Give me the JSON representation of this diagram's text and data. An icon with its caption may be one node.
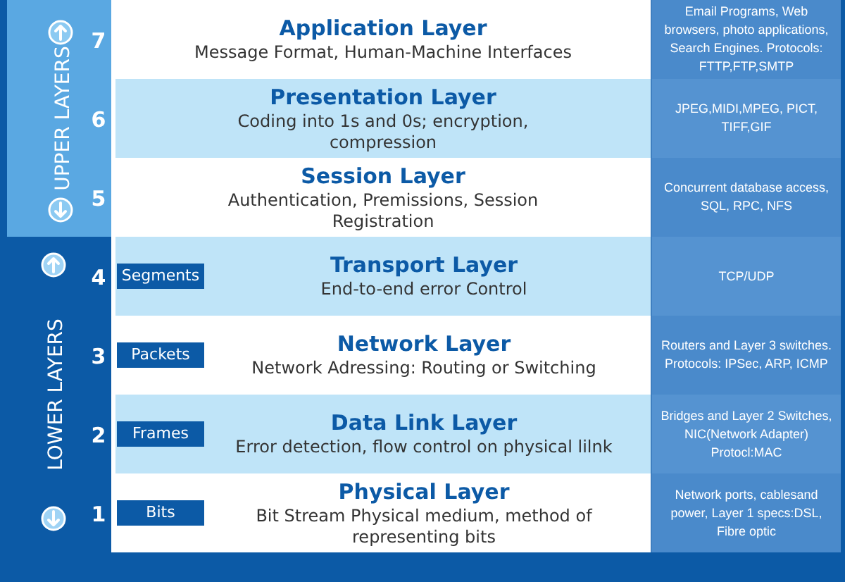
{
  "diagram": {
    "nodes": [
      {
        "text": [
          "UPPER LAYERS"
        ]
      },
      {
        "text": [
          "Application Layer",
          "Message Format, Human-Machine Interfaces"
        ],
        "beside": [
          "7"
        ]
      },
      {
        "text": [
          "Email Programs, Web browsers, photo applications, Search Engines. Protocols: FTTP,FTP,SMTP"
        ]
      },
      {
        "text": [
          "Presentation Layer",
          "Coding into 1s and 0s; encryption, compression"
        ],
        "beside": [
          "6"
        ]
      },
      {
        "text": [
          "JPEG,MIDI,MPEG, PICT, TIFF,GIF"
        ]
      },
      {
        "text": [
          "Session Layer",
          "Authentication, Premissions, Session Registration"
        ],
        "beside": [
          "5"
        ]
      },
      {
        "text": [
          "Concurrent database access, SQL, RPC, NFS"
        ]
      },
      {
        "text": [
          "LOWER LAYERS"
        ]
      },
      {
        "text": [
          "Transport Layer",
          "End-to-end error Control"
        ],
        "beside": [
          "4"
        ]
      },
      {
        "text": [
          "Segments"
        ],
        "in": 8
      },
      {
        "text": [
          "TCP/UDP"
        ]
      },
      {
        "text": [
          "Network Layer",
          "Network Adressing: Routing or Switching"
        ],
        "beside": [
          "3"
        ]
      },
      {
        "text": [
          "Packets"
        ],
        "in": 11
      },
      {
        "text": [
          "Routers and Layer 3 switches. Protocols: IPSec, ARP, ICMP"
        ]
      },
      {
        "text": [
          "Data Link Layer",
          "Error detection, flow control on physical lilnk"
        ],
        "beside": [
          "2"
        ]
      },
      {
        "text": [
          "Frames"
        ],
        "in": 14
      },
      {
        "text": [
          "Bridges and Layer 2 Switches, NIC(Network Adapter) Protocl:MAC"
        ]
      },
      {
        "text": [
          "Physical Layer",
          "Bit Stream Physical medium, method of representing bits"
        ],
        "beside": [
          "1"
        ]
      },
      {
        "text": [
          "Bits"
        ],
        "in": 17
      },
      {
        "text": [
          "Network ports, cablesand power, Layer 1 specs:DSL, Fibre optic"
        ]
      }
    ]
  }
}
